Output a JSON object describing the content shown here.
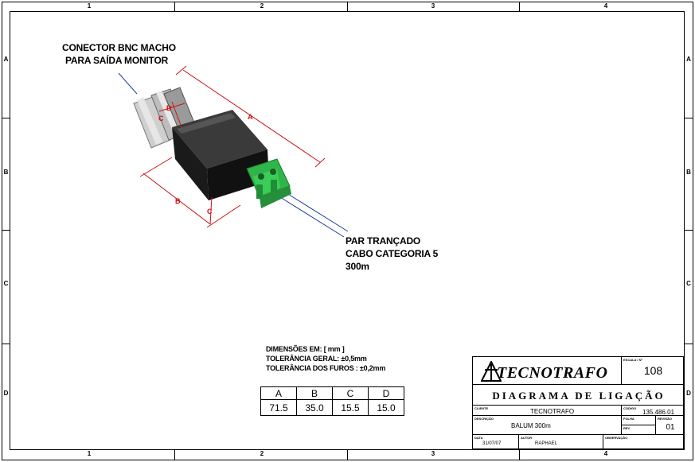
{
  "zones": {
    "columns": [
      "1",
      "2",
      "3",
      "4"
    ],
    "rows": [
      "A",
      "B",
      "C",
      "D"
    ]
  },
  "callouts": {
    "connector_line1": "CONECTOR BNC MACHO",
    "connector_line2": "PARA SAÍDA MONITOR",
    "cable_line1": "PAR TRANÇADO",
    "cable_line2": "CABO CATEGORIA 5",
    "cable_line3": "300m"
  },
  "dimension_letters": {
    "a": "A",
    "b": "B",
    "c": "C",
    "d": "D"
  },
  "notes": {
    "units": "DIMENSÕES EM: [ mm ]",
    "general_tolerance": "TOLERÂNCIA GERAL: ±0,5mm",
    "hole_tolerance": "TOLERÂNCIA DOS FUROS : ±0,2mm"
  },
  "dimensions_table": {
    "headers": [
      "A",
      "B",
      "C",
      "D"
    ],
    "values": [
      "71.5",
      "35.0",
      "15.5",
      "15.0"
    ]
  },
  "title_block": {
    "company": "TECNOTRAFO",
    "title": "DIAGRAMA DE LIGAÇÃO",
    "sheet_label": "ESCALA / Nº",
    "sheet_number": "108",
    "client_label": "CLIENTE",
    "client": "TECNOTRAFO",
    "code_label": "CÓDIGO",
    "code": "135.486.01",
    "description_label": "DESCRIÇÃO",
    "description": "BALUM 300m",
    "sheet2_label": "FOLHA",
    "revision_label": "REVISÃO",
    "rev_label": "REV",
    "revision": "01",
    "date_label": "DATA",
    "date": "31/07/07",
    "author_label": "AUTOR",
    "author": "RAPHAEL",
    "notes_label": "OBSERVAÇÃO"
  },
  "colors": {
    "dimension_red": "#d01010",
    "leader_blue": "#1e3fa0",
    "terminal_green": "#2fb54a",
    "body_black": "#111111"
  }
}
